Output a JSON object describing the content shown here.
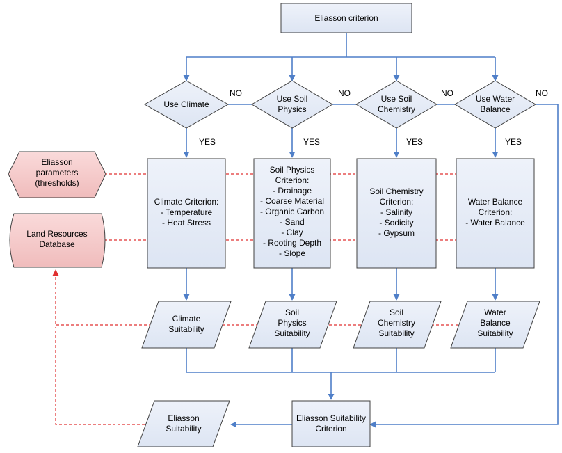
{
  "top": {
    "label": "Eliasson criterion"
  },
  "decisions": [
    {
      "lines": [
        "Use Climate"
      ],
      "yes": "YES",
      "no": "NO"
    },
    {
      "lines": [
        "Use Soil",
        "Physics"
      ],
      "yes": "YES",
      "no": "NO"
    },
    {
      "lines": [
        "Use Soil",
        "Chemistry"
      ],
      "yes": "YES",
      "no": "NO"
    },
    {
      "lines": [
        "Use Water",
        "Balance"
      ],
      "yes": "YES",
      "no": "NO"
    }
  ],
  "criteria": [
    {
      "lines": [
        "Climate Criterion:",
        "- Temperature",
        "- Heat Stress"
      ]
    },
    {
      "lines": [
        "Soil Physics",
        "Criterion:",
        "- Drainage",
        "- Coarse Material",
        "- Organic Carbon",
        "- Sand",
        "- Clay",
        "- Rooting Depth",
        "- Slope"
      ]
    },
    {
      "lines": [
        "Soil Chemistry",
        "Criterion:",
        "- Salinity",
        "- Sodicity",
        "- Gypsum"
      ]
    },
    {
      "lines": [
        "Water Balance",
        "Criterion:",
        "- Water Balance"
      ]
    }
  ],
  "suitabilities": [
    {
      "lines": [
        "Climate",
        "Suitability"
      ]
    },
    {
      "lines": [
        "Soil",
        "Physics",
        "Suitability"
      ]
    },
    {
      "lines": [
        "Soil",
        "Chemistry",
        "Suitability"
      ]
    },
    {
      "lines": [
        "Water",
        "Balance",
        "Suitability"
      ]
    }
  ],
  "params": {
    "lines": [
      "Eliasson",
      "parameters",
      "(thresholds)"
    ]
  },
  "database": {
    "lines": [
      "Land Resources",
      "Database"
    ]
  },
  "final_criterion": {
    "lines": [
      "Eliasson Suitability",
      "Criterion"
    ]
  },
  "output": {
    "lines": [
      "Eliasson",
      "Suitability"
    ]
  },
  "colors": {
    "flow": "#4f7fc8",
    "box_fill": "#e6ecf7",
    "pink_fill": "#f5c9c9",
    "dashed": "#e03030"
  }
}
